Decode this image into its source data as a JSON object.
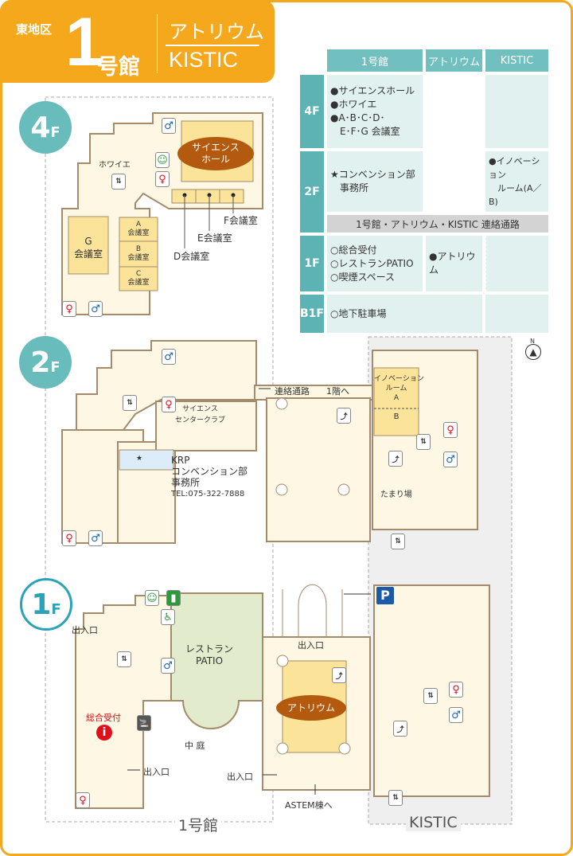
{
  "header": {
    "district": "東地区",
    "number": "1",
    "building": "号館",
    "sub1": "アトリウム",
    "sub2": "KISTIC"
  },
  "colors": {
    "accent": "#f5a81c",
    "teal": "#68bcbc",
    "floor": "#fdf7e3",
    "wall": "#a38b6b",
    "room": "#fbe39a",
    "hall": "#b35a0f",
    "male": "#1a64b4",
    "female": "#e0101a",
    "green": "#2c9a3c"
  },
  "index": {
    "columns": [
      "1号館",
      "アトリウム",
      "KISTIC"
    ],
    "rows": [
      {
        "floor": "4F",
        "c1": [
          "●サイエンスホール",
          "●ホワイエ",
          "●A･B･C･D･",
          "　E･F･G 会議室"
        ],
        "c2": "",
        "c3": ""
      },
      {
        "floor": "2F",
        "c1": [
          "★コンベンション部",
          "　事務所"
        ],
        "c2": "",
        "c3": [
          "●イノベーション",
          "　ルーム(A／B)"
        ],
        "bar": "1号館・アトリウム・KISTIC 連絡通路"
      },
      {
        "floor": "1F",
        "c1": [
          "○総合受付",
          "○レストランPATIO",
          "○喫煙スペース"
        ],
        "c2": "●アトリウム",
        "c3": ""
      },
      {
        "floor": "B1F",
        "c1": [
          "○地下駐車場"
        ],
        "c3": ""
      }
    ]
  },
  "floors": {
    "f4": {
      "num": "4",
      "unit": "F",
      "hall": "サイエンス\nホール",
      "foyer": "ホワイエ",
      "rooms": {
        "g": "G\n会議室",
        "a": "A\n会議室",
        "b": "B\n会議室",
        "c": "C\n会議室",
        "d": "D会議室",
        "e": "E会議室",
        "f": "F会議室"
      }
    },
    "f2": {
      "num": "2",
      "unit": "F",
      "corridor": "連絡通路",
      "to1f": "1階へ",
      "club": "サイエンス\nセンタークラブ",
      "krp": "KRP\nコンベンション部\n事務所",
      "tel": "TEL:075-322-7888",
      "innov": "イノベーション\nルーム\nA",
      "innov_b": "B",
      "lounge": "たまり場"
    },
    "f1": {
      "num": "1",
      "unit": "F",
      "entrance": "出入口",
      "reception": "総合受付",
      "info": "i",
      "patio": "レストラン\nPATIO",
      "courtyard": "中 庭",
      "atrium": "アトリウム",
      "astem": "ASTEM棟へ",
      "parking": "P"
    }
  },
  "areas": {
    "building1": "1号館",
    "kistic": "KISTIC"
  },
  "compass": "N"
}
